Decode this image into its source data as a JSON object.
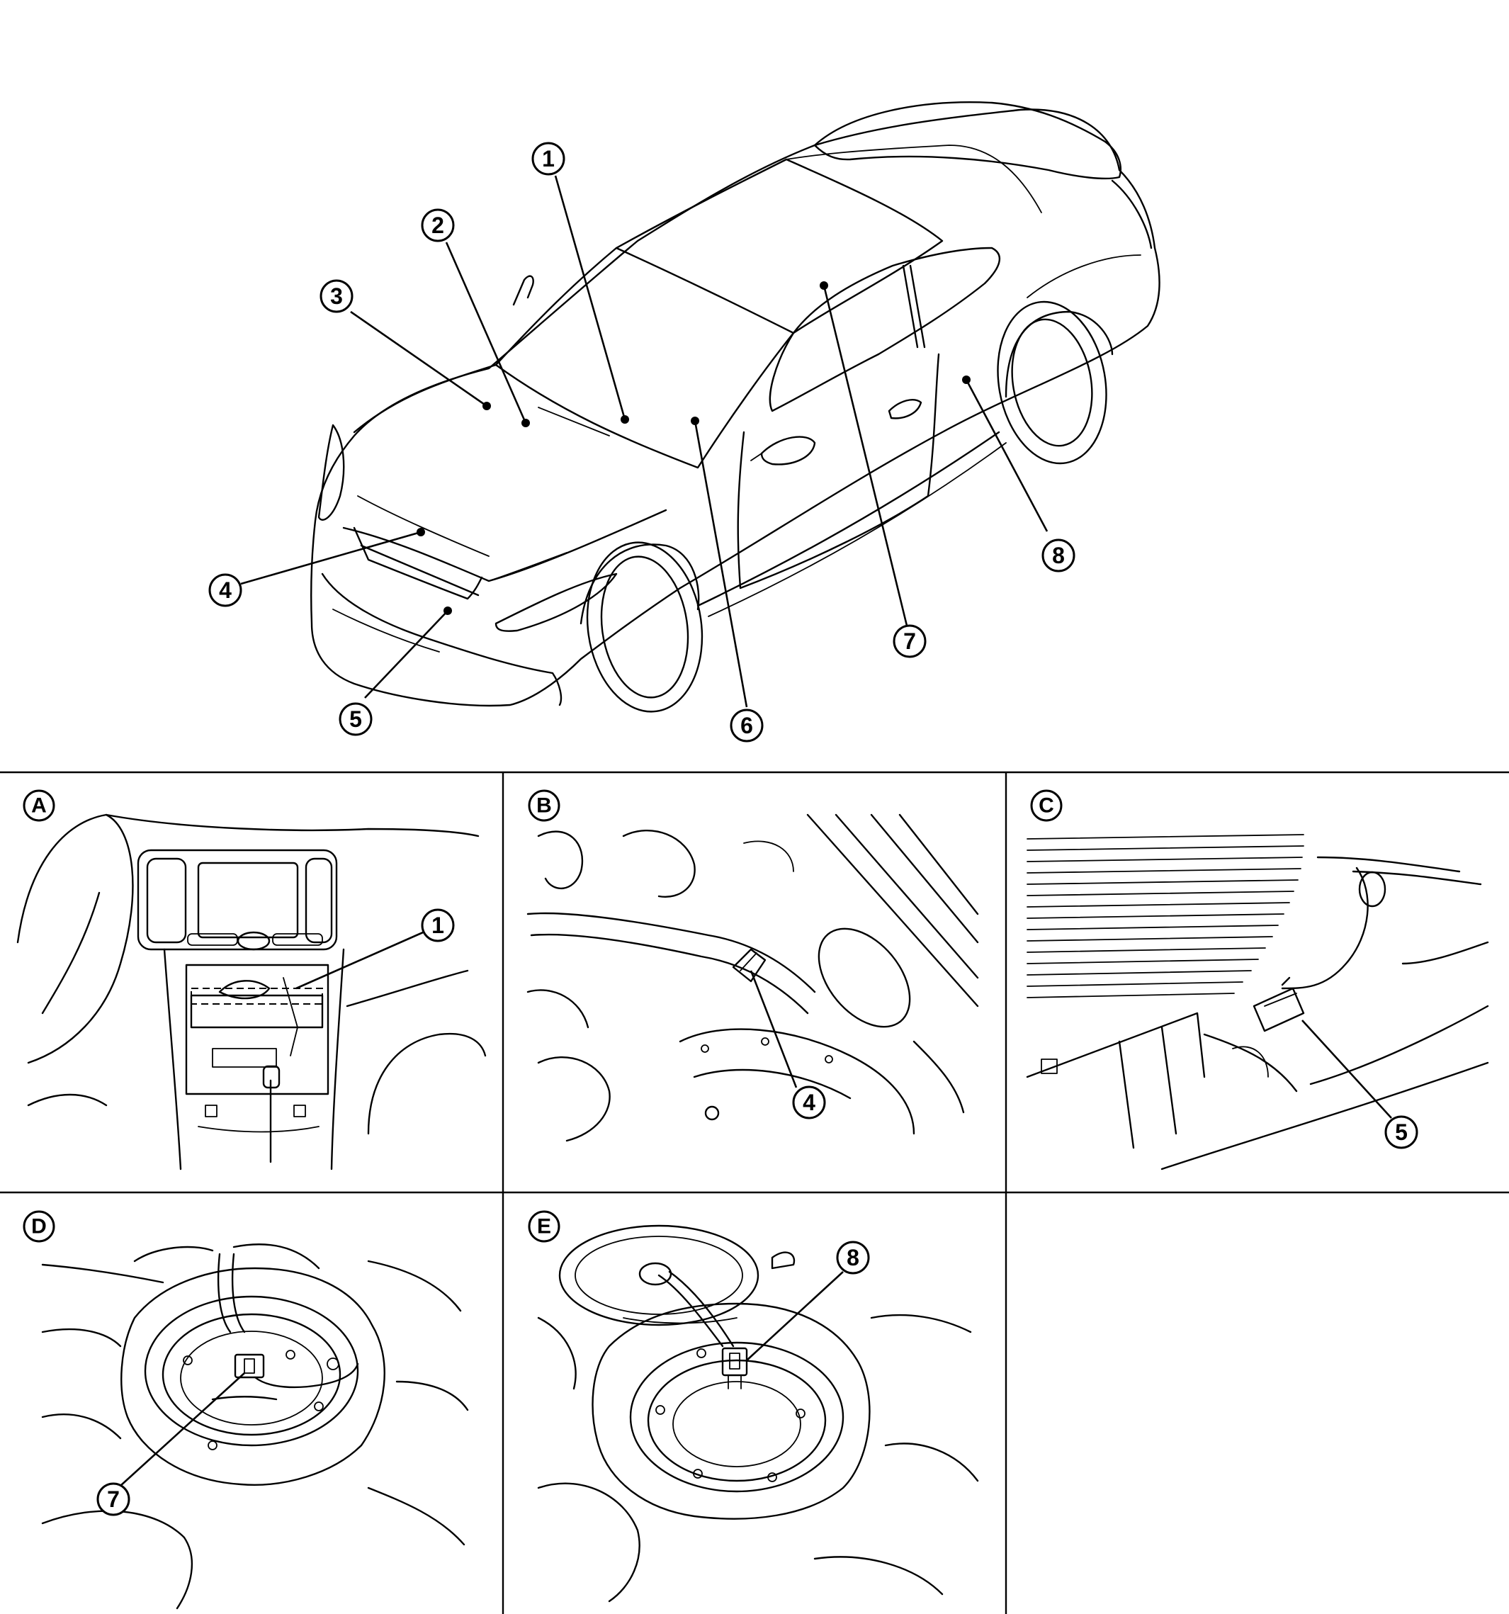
{
  "callouts": [
    "1",
    "2",
    "3",
    "4",
    "5",
    "6",
    "7",
    "8"
  ],
  "panels": [
    {
      "letter": "A",
      "callouts": [
        "1"
      ]
    },
    {
      "letter": "B",
      "callouts": [
        "4"
      ]
    },
    {
      "letter": "C",
      "callouts": [
        "5"
      ]
    },
    {
      "letter": "D",
      "callouts": [
        "7"
      ]
    },
    {
      "letter": "E",
      "callouts": [
        "8"
      ]
    }
  ]
}
